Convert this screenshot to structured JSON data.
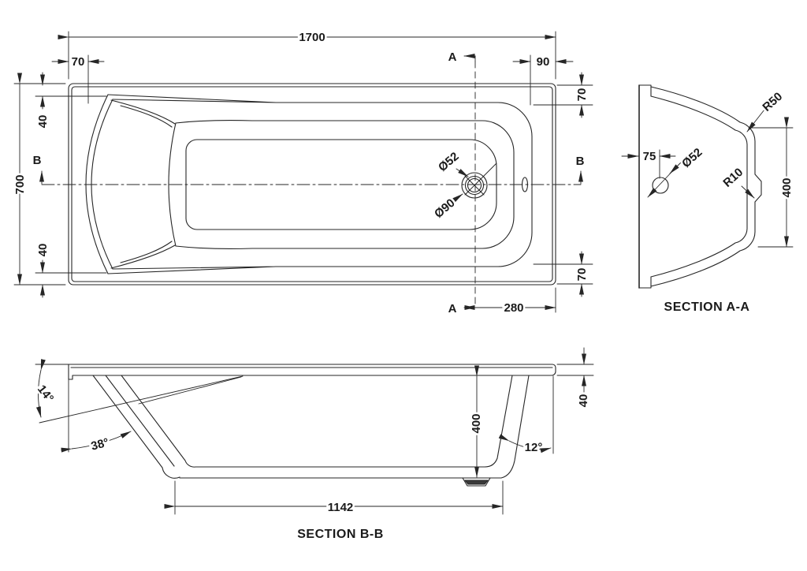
{
  "colors": {
    "background": "#ffffff",
    "line": "#262626",
    "text": "#1a1a1a"
  },
  "plan": {
    "width_total": "1700",
    "offset_left": "70",
    "offset_right": "90",
    "height_total": "700",
    "corner_top": "40",
    "corner_bottom": "40",
    "rim_right_top": "70",
    "rim_right_bottom": "70",
    "drain_offset": "280",
    "drain_dia_small": "Ø52",
    "drain_dia_large": "Ø90",
    "section_a_top": "A",
    "section_a_bottom": "A",
    "section_b_left": "B",
    "section_b_right": "B"
  },
  "section_aa": {
    "title": "SECTION A-A",
    "drain_offset": "75",
    "drain_dia": "Ø52",
    "radius_top": "R50",
    "radius_side": "R10",
    "depth": "400"
  },
  "section_bb": {
    "title": "SECTION B-B",
    "angle_rim": "14°",
    "angle_backrest": "38°",
    "angle_wall": "12°",
    "depth": "400",
    "rim_height": "40",
    "floor_length": "1142"
  }
}
